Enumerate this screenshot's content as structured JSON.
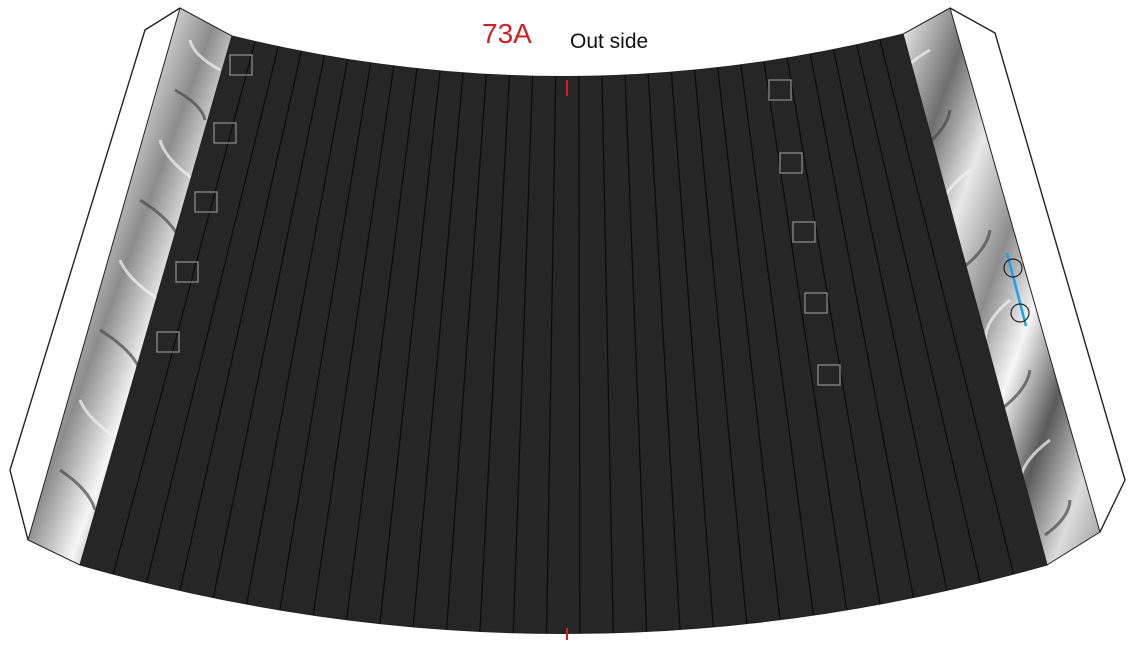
{
  "labels": {
    "code": "73A",
    "side": "Out side"
  },
  "colors": {
    "panel_fill": "#262626",
    "pleat_line": "#0a0a0a",
    "foil_base": "#bdbdbd",
    "foil_dark": "#4a4a4a",
    "foil_light": "#f4f4f4",
    "outline": "#222222",
    "center_mark": "#d21f26",
    "code_text": "#d21f26",
    "marker_line": "#1aa3e8",
    "square_marker": "#8a8a8a"
  },
  "pleats": {
    "count": 29
  }
}
